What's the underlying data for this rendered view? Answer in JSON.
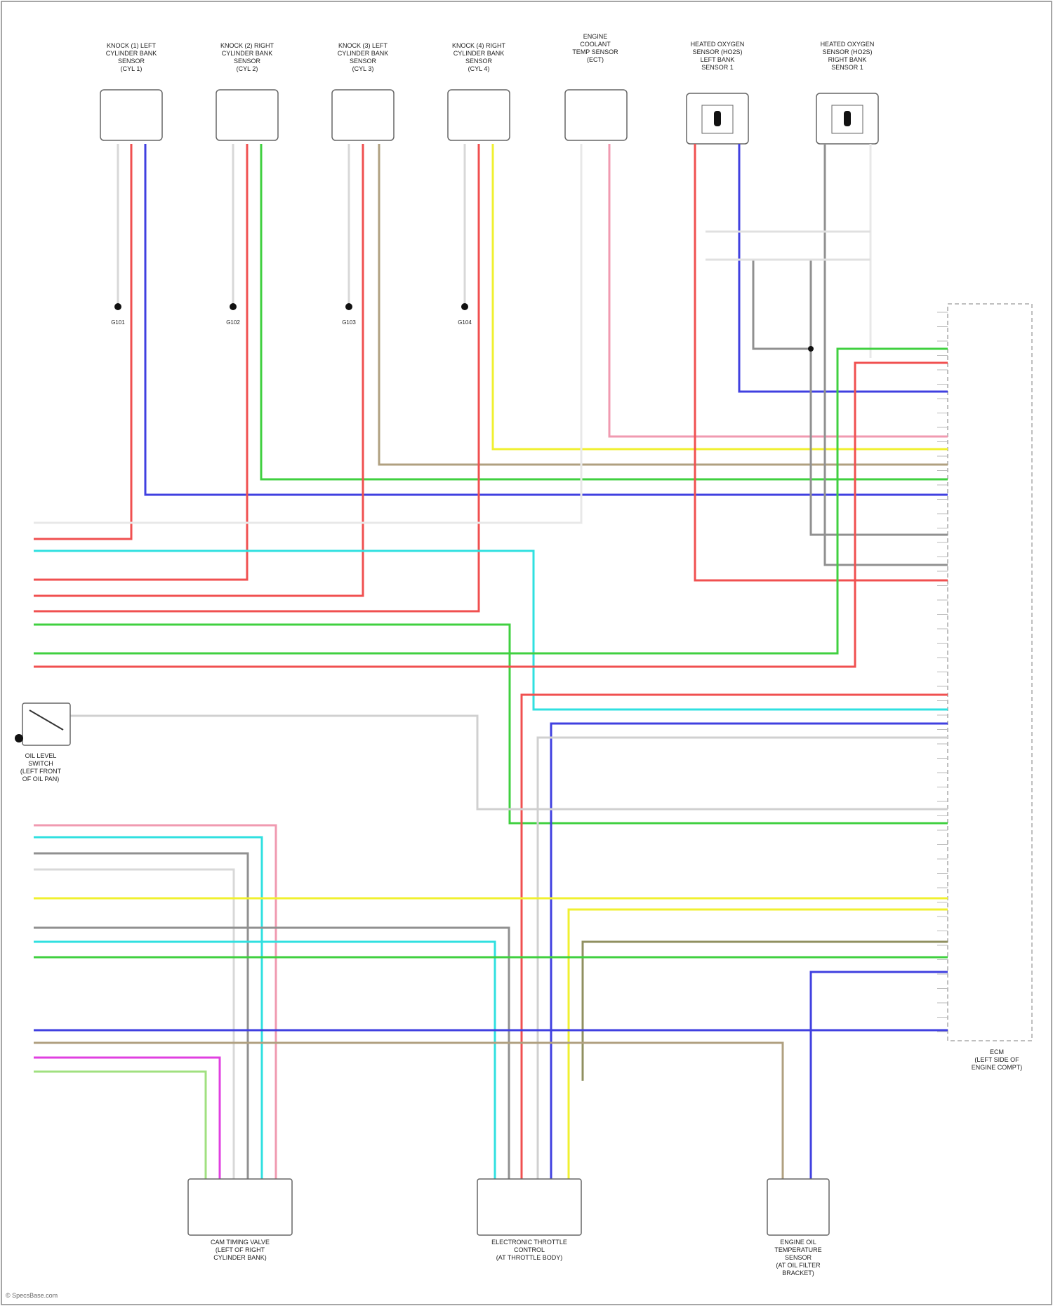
{
  "components": {
    "knock1": {
      "label": [
        "KNOCK (1) LEFT",
        "CYLINDER BANK",
        "SENSOR",
        "(CYL 1)"
      ]
    },
    "knock2": {
      "label": [
        "KNOCK (2) RIGHT",
        "CYLINDER BANK",
        "SENSOR",
        "(CYL 2)"
      ]
    },
    "knock3": {
      "label": [
        "KNOCK (3) LEFT",
        "CYLINDER BANK",
        "SENSOR",
        "(CYL 3)"
      ]
    },
    "knock4": {
      "label": [
        "KNOCK (4) RIGHT",
        "CYLINDER BANK",
        "SENSOR",
        "(CYL 4)"
      ]
    },
    "eng_coolant": {
      "label": [
        "ENGINE",
        "COOLANT",
        "TEMP SENSOR",
        "(ECT)"
      ]
    },
    "hego_left": {
      "label": [
        "HEATED OXYGEN",
        "SENSOR (HO2S)",
        "LEFT BANK",
        "SENSOR 1"
      ]
    },
    "hego_right": {
      "label": [
        "HEATED OXYGEN",
        "SENSOR (HO2S)",
        "RIGHT BANK",
        "SENSOR 1"
      ]
    },
    "ecm": {
      "label": [
        "ECM",
        "(LEFT SIDE OF",
        "ENGINE COMPT)"
      ]
    },
    "oil_switch": {
      "label": [
        "OIL LEVEL",
        "SWITCH",
        "(LEFT FRONT",
        "OF OIL PAN)"
      ]
    },
    "cam_valve": {
      "label": [
        "CAM TIMING VALVE",
        "(LEFT OF RIGHT",
        "CYLINDER BANK)"
      ]
    },
    "throttle": {
      "label": [
        "ELECTRONIC THROTTLE",
        "CONTROL",
        "(AT THROTTLE BODY)"
      ]
    },
    "trans_sensor": {
      "label": [
        "ENGINE OIL",
        "TEMPERATURE",
        "SENSOR",
        "(AT OIL FILTER",
        "BRACKET)"
      ]
    }
  },
  "ground_labels": [
    "G101",
    "G102",
    "G103",
    "G104"
  ],
  "wire_colors": {
    "red": "#f05050",
    "blue": "#4040e0",
    "green": "#40d040",
    "yellow": "#f0f030",
    "cyan": "#30e0e0",
    "pink": "#f09ab0",
    "gray": "#909090",
    "tan": "#b0a080",
    "lightgreen": "#a0e080",
    "magenta": "#e040e0",
    "olive": "#909060",
    "lightgray": "#d8d8d8"
  },
  "footer": "© SpecsBase.com"
}
